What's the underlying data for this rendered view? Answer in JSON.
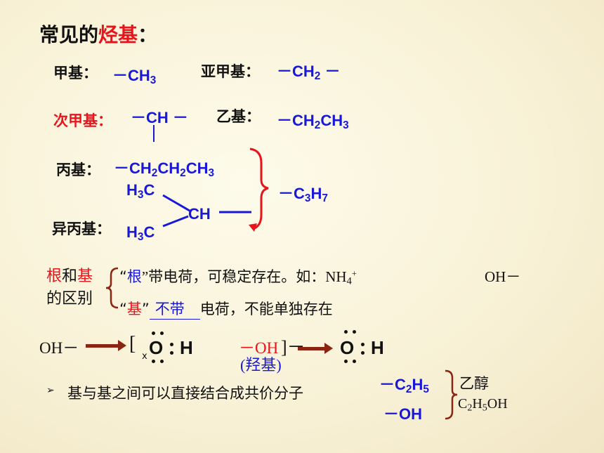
{
  "title": {
    "prefix": "常见的",
    "highlight": "烃基",
    "suffix": "："
  },
  "methyl": {
    "label": "甲基：",
    "formula_pre": "－CH",
    "sub": "3"
  },
  "methylene": {
    "label": "亚甲基：",
    "formula_pre": "－CH",
    "sub": "2",
    "formula_post": " －"
  },
  "methine": {
    "label": "次甲基：",
    "formula": "－CH －"
  },
  "ethyl": {
    "label": "乙基：",
    "f1": "－CH",
    "s1": "2",
    "f2": "CH",
    "s2": "3"
  },
  "propyl": {
    "label": "丙基：",
    "f1": "－CH",
    "s1": "2",
    "f2": "CH",
    "s2": "2",
    "f3": "CH",
    "s3": "3"
  },
  "isopropyl": {
    "label": "异丙基：",
    "h3c": "H",
    "h3c_sub": "3",
    "h3c_c": "C",
    "ch": "CH"
  },
  "c3h7": {
    "f1": "－C",
    "s1": "3",
    "f2": "H",
    "s2": "7"
  },
  "radical_vs_group": {
    "label_part1": "根",
    "label_and": "和",
    "label_part2": "基",
    "label_line2": "的区别",
    "line1_quote_open": "“",
    "line1_word": "根",
    "line1_rest": "”带电荷，可稳定存在。如：NH",
    "line1_sub": "4",
    "line1_sup": "+",
    "oh_minus": "OH",
    "oh_minus_sign": "－",
    "line2_quote_open": "“",
    "line2_word": "基",
    "line2_quote_close": "”",
    "line2_blank": "不带",
    "line2_rest": "电荷，不能单独存在"
  },
  "hydroxide": {
    "oh": "OH－",
    "bracket_open": "[",
    "x": "x",
    "o": "O",
    "h": "H",
    "oh_group": "－OH",
    "bracket_close": "]－",
    "hydroxyl_label": "(羟基)",
    "o2": "O",
    "h2": "H"
  },
  "bullet": {
    "text": "基与基之间可以直接结合成共价分子"
  },
  "ethanol": {
    "c2h5_pre": "－C",
    "c2h5_s1": "2",
    "c2h5_mid": "H",
    "c2h5_s2": "5",
    "oh": "－OH",
    "name": "乙醇",
    "formula_pre": "C",
    "formula_s1": "2",
    "formula_mid": "H",
    "formula_s2": "5",
    "formula_post": "OH"
  }
}
